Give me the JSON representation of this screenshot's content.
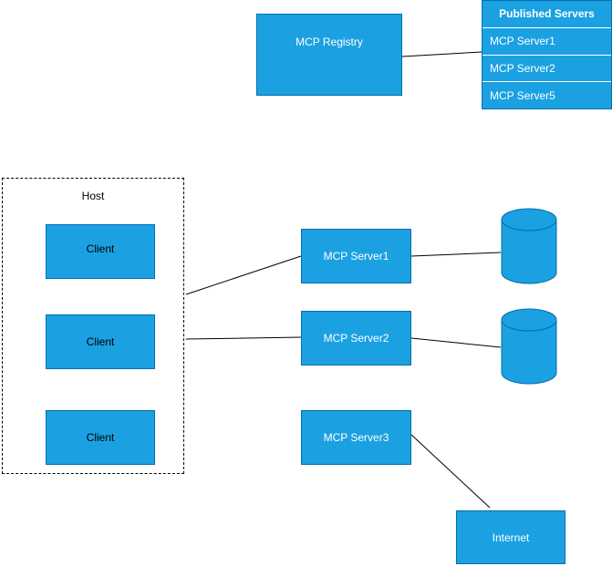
{
  "colors": {
    "shape_fill": "#1ba1e2",
    "shape_stroke": "#006eaf",
    "line": "#000000"
  },
  "registry": {
    "label": "MCP Registry"
  },
  "published_servers": {
    "header": "Published Servers",
    "rows": [
      "MCP Server1",
      "MCP Server2",
      "MCP Server5"
    ]
  },
  "host": {
    "label": "Host",
    "clients": [
      "Client",
      "Client",
      "Client"
    ]
  },
  "servers": [
    "MCP Server1",
    "MCP Server2",
    "MCP Server3"
  ],
  "internet": {
    "label": "Internet"
  }
}
